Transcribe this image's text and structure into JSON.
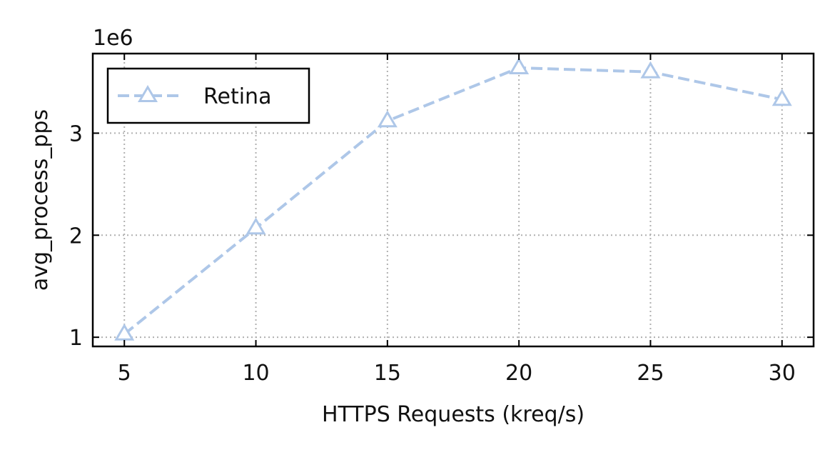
{
  "chart_data": {
    "type": "line",
    "title": "",
    "xlabel": "HTTPS Requests (kreq/s)",
    "ylabel": "avg_process_pps",
    "y_scale_label": "1e6",
    "x": [
      5,
      10,
      15,
      20,
      25,
      30
    ],
    "xticks": [
      5,
      10,
      15,
      20,
      25,
      30
    ],
    "yticks": [
      1,
      2,
      3
    ],
    "xlim": [
      3.8,
      31.2
    ],
    "ylim": [
      0.91,
      3.78
    ],
    "grid": true,
    "legend_position": "top-left",
    "series": [
      {
        "name": "Retina",
        "values": [
          1.03,
          2.07,
          3.12,
          3.64,
          3.6,
          3.33
        ],
        "color": "#aec7e8",
        "line_style": "dashed",
        "marker": "triangle"
      }
    ]
  }
}
